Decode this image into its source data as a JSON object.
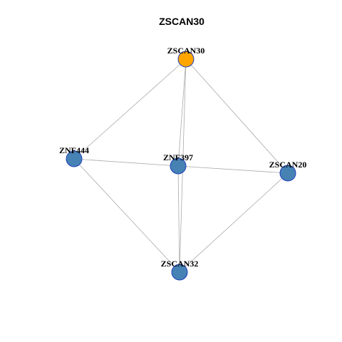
{
  "graph": {
    "title": "ZSCAN30",
    "colors": {
      "center_node": "#FFA500",
      "neighbor_node": "#4682B4",
      "node_border": "#1F3FBF",
      "edge": "#A9A9A9"
    },
    "nodes": [
      {
        "id": "ZSCAN30",
        "role": "center"
      },
      {
        "id": "ZNF444",
        "role": "neighbor"
      },
      {
        "id": "ZNF397",
        "role": "neighbor"
      },
      {
        "id": "ZSCAN20",
        "role": "neighbor"
      },
      {
        "id": "ZSCAN32",
        "role": "neighbor"
      }
    ],
    "edges": [
      [
        "ZSCAN30",
        "ZNF444"
      ],
      [
        "ZSCAN30",
        "ZNF397"
      ],
      [
        "ZSCAN30",
        "ZSCAN20"
      ],
      [
        "ZSCAN30",
        "ZSCAN32"
      ],
      [
        "ZNF444",
        "ZNF397"
      ],
      [
        "ZNF444",
        "ZSCAN32"
      ],
      [
        "ZNF397",
        "ZSCAN20"
      ],
      [
        "ZNF397",
        "ZSCAN32"
      ],
      [
        "ZSCAN20",
        "ZSCAN32"
      ]
    ]
  }
}
